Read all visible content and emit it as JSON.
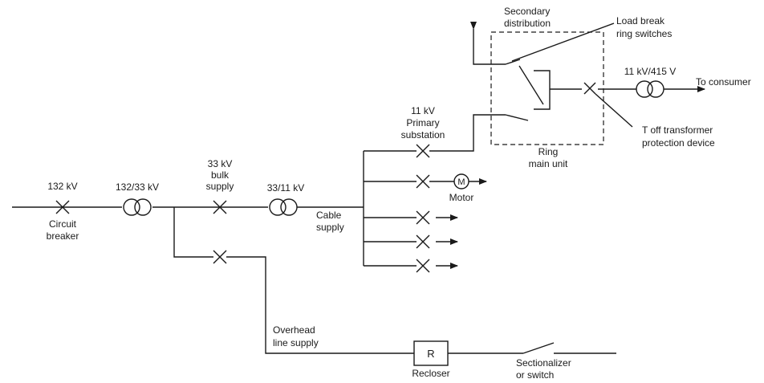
{
  "labels": {
    "kv132": "132 kV",
    "circuit_breaker": [
      "Circuit",
      "breaker"
    ],
    "tx_132_33": "132/33 kV",
    "bulk_supply": [
      "33 kV",
      "bulk",
      "supply"
    ],
    "tx_33_11": "33/11 kV",
    "cable_supply": [
      "Cable",
      "supply"
    ],
    "primary_substation": [
      "11 kV",
      "Primary",
      "substation"
    ],
    "motor": "Motor",
    "motor_symbol": "M",
    "secondary_distribution": [
      "Secondary",
      "distribution"
    ],
    "load_break": [
      "Load break",
      "ring switches"
    ],
    "ring_main_unit": [
      "Ring",
      "main unit"
    ],
    "tx_11_415": "11 kV/415 V",
    "to_consumer": "To consumer",
    "t_off": [
      "T off transformer",
      "protection device"
    ],
    "overhead": [
      "Overhead",
      "line supply"
    ],
    "recloser_symbol": "R",
    "recloser": "Recloser",
    "sectionalizer": [
      "Sectionalizer",
      "or switch"
    ]
  }
}
